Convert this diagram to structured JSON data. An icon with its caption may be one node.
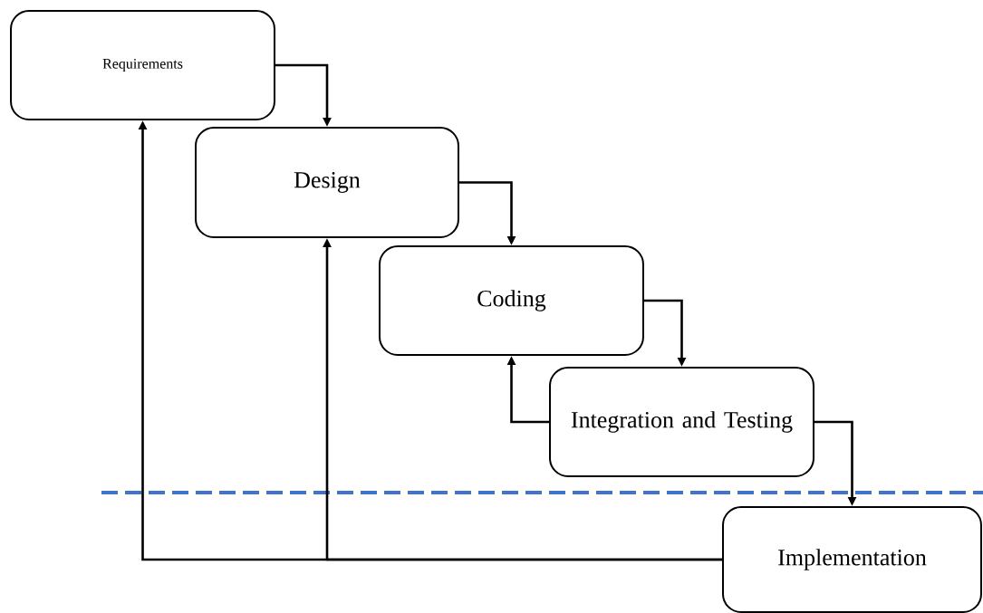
{
  "diagram": {
    "nodes": [
      {
        "text": [
          "Requirements"
        ]
      },
      {
        "text": [
          "Design"
        ]
      },
      {
        "text": [
          "Coding"
        ]
      },
      {
        "text": [
          "Integration and Testing"
        ]
      },
      {
        "text": [
          "Implementation"
        ]
      }
    ],
    "edges": [
      {
        "from": 0,
        "to": 1,
        "arrow": "to"
      },
      {
        "from": 1,
        "to": 2,
        "arrow": "to"
      },
      {
        "from": 2,
        "to": 3,
        "arrow": "to"
      },
      {
        "from": 3,
        "to": 2,
        "arrow": "to"
      },
      {
        "from": 3,
        "to": 4,
        "arrow": "to"
      },
      {
        "from": 4,
        "to": 0,
        "arrow": "to"
      },
      {
        "from": 4,
        "to": 1,
        "arrow": "to"
      }
    ]
  }
}
